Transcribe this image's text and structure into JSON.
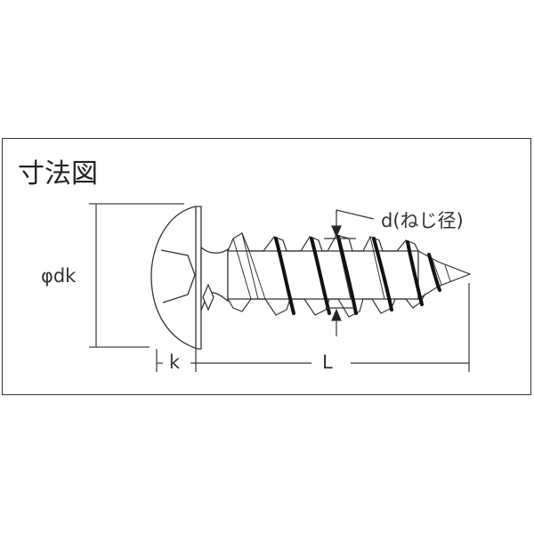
{
  "diagram": {
    "title": "寸法図",
    "subject": "truss-head tapping screw",
    "labels": {
      "head_diameter": "φdk",
      "head_height": "k",
      "length": "L",
      "thread_diameter": "d(ねじ径)"
    },
    "colors": {
      "line": "#333333",
      "background": "#ffffff",
      "text": "#222222"
    }
  }
}
